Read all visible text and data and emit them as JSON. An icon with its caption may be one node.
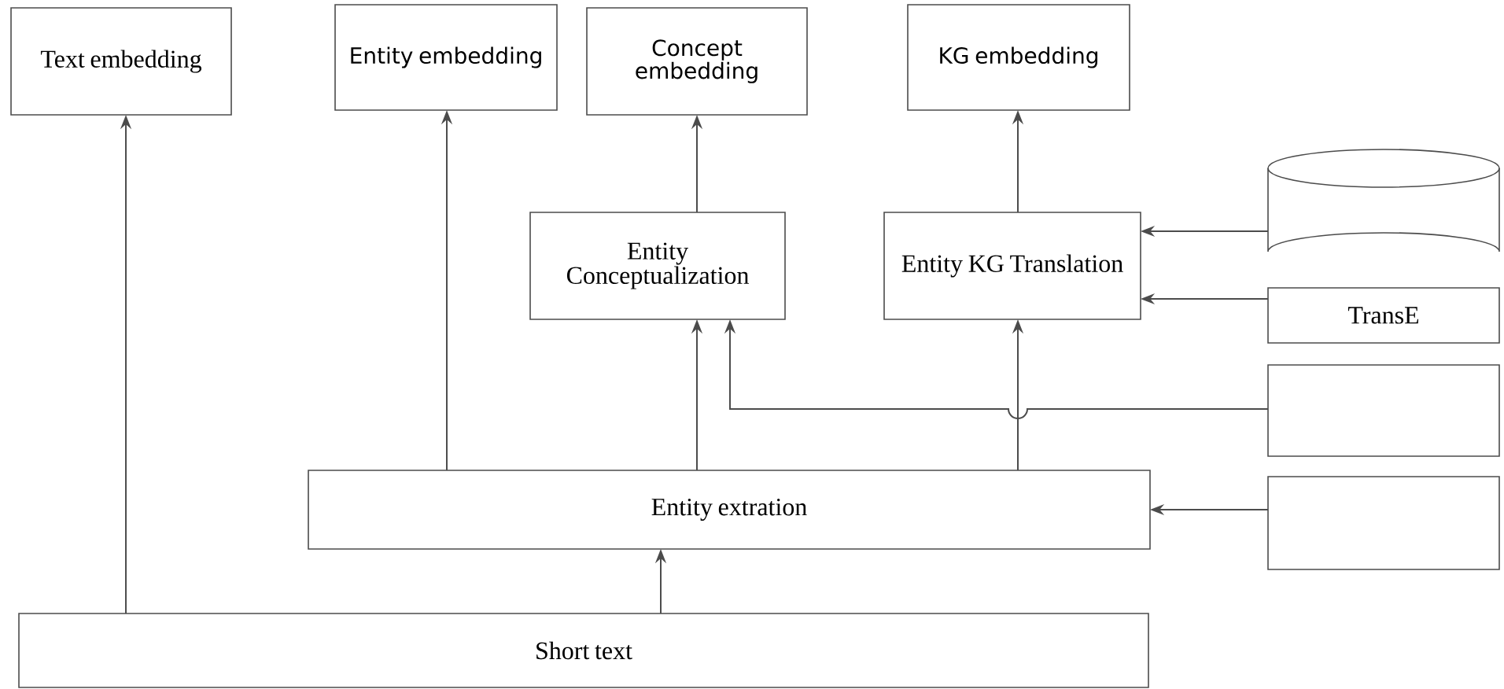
{
  "diagram": {
    "nodes": [
      {
        "text": [
          "Text embedding"
        ]
      },
      {
        "text": [
          "Entity embedding"
        ]
      },
      {
        "text": [
          "Concept embedding"
        ]
      },
      {
        "text": [
          "KG embedding"
        ]
      },
      {
        "text": [
          "Entity Conceptualization"
        ]
      },
      {
        "text": [
          "Entity KG Translation"
        ]
      },
      {
        "text": [],
        "shape": "cylinder"
      },
      {
        "text": [
          "TransE"
        ]
      },
      {
        "text": [],
        "shape": "box"
      },
      {
        "text": [
          "Entity extration"
        ]
      },
      {
        "text": [],
        "shape": "box"
      },
      {
        "text": [
          "Short text"
        ]
      }
    ],
    "edges": [
      {
        "from": 11,
        "to": 0,
        "arrow": "to"
      },
      {
        "from": 11,
        "to": 9,
        "arrow": "to"
      },
      {
        "from": 9,
        "to": 1,
        "arrow": "to"
      },
      {
        "from": 9,
        "to": 4,
        "arrow": "to"
      },
      {
        "from": 9,
        "to": 5,
        "arrow": "to"
      },
      {
        "from": 4,
        "to": 2,
        "arrow": "to"
      },
      {
        "from": 5,
        "to": 3,
        "arrow": "to"
      },
      {
        "from": 6,
        "to": 5,
        "arrow": "to"
      },
      {
        "from": 7,
        "to": 5,
        "arrow": "to"
      },
      {
        "from": 8,
        "to": 4,
        "arrow": "to"
      },
      {
        "from": 10,
        "to": 9,
        "arrow": "to"
      }
    ]
  }
}
